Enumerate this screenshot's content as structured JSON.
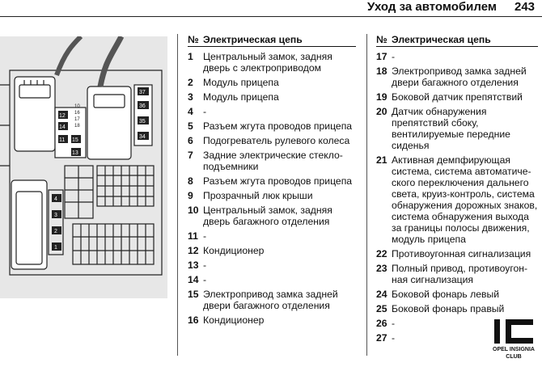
{
  "header": {
    "title": "Уход за автомобилем",
    "page": "243"
  },
  "figure": {
    "labels_right": [
      "37",
      "36",
      "35",
      "34"
    ],
    "labels_mid": [
      "12",
      "14",
      "15",
      "16",
      "17",
      "18",
      "11",
      "13",
      "10"
    ],
    "labels_left": [
      "4",
      "3",
      "2",
      "1"
    ]
  },
  "columns": [
    {
      "head_num": "№",
      "head_label": "Электрическая цепь",
      "items": [
        {
          "n": "1",
          "t": "Центральный замок, задняя дверь с электроприводом"
        },
        {
          "n": "2",
          "t": "Модуль прицепа"
        },
        {
          "n": "3",
          "t": "Модуль прицепа"
        },
        {
          "n": "4",
          "t": "-"
        },
        {
          "n": "5",
          "t": "Разъем жгута проводов прицепа"
        },
        {
          "n": "6",
          "t": "Подогреватель рулевого колеса"
        },
        {
          "n": "7",
          "t": "Задние электрические стекло-подъемники"
        },
        {
          "n": "8",
          "t": "Разъем жгута проводов прицепа"
        },
        {
          "n": "9",
          "t": "Прозрачный люк крыши"
        },
        {
          "n": "10",
          "t": "Центральный замок, задняя дверь багажного отделения"
        },
        {
          "n": "11",
          "t": "-"
        },
        {
          "n": "12",
          "t": "Кондиционер"
        },
        {
          "n": "13",
          "t": "-"
        },
        {
          "n": "14",
          "t": "-"
        },
        {
          "n": "15",
          "t": "Электропривод замка задней двери багажного отделения"
        },
        {
          "n": "16",
          "t": "Кондиционер"
        }
      ]
    },
    {
      "head_num": "№",
      "head_label": "Электрическая цепь",
      "items": [
        {
          "n": "17",
          "t": "-"
        },
        {
          "n": "18",
          "t": "Электропривод замка задней двери багажного отделения"
        },
        {
          "n": "19",
          "t": "Боковой датчик препятствий"
        },
        {
          "n": "20",
          "t": "Датчик обнаружения препятствий сбоку, вентилируемые передние сиденья"
        },
        {
          "n": "21",
          "t": "Активная демпфирующая система, система автоматиче-ского переключения дальнего света, круиз-контроль, система обнаружения дорожных знаков, система обнаружения выхода за границы полосы движения, модуль прицепа"
        },
        {
          "n": "22",
          "t": "Противоугонная сигнализация"
        },
        {
          "n": "23",
          "t": "Полный привод, противоугон-ная сигнализация"
        },
        {
          "n": "24",
          "t": "Боковой фонарь левый"
        },
        {
          "n": "25",
          "t": "Боковой фонарь правый"
        },
        {
          "n": "26",
          "t": "-"
        },
        {
          "n": "27",
          "t": "-"
        }
      ]
    }
  ],
  "watermark": {
    "line1": "OPEL INSIGNIA",
    "line2": "CLUB"
  }
}
